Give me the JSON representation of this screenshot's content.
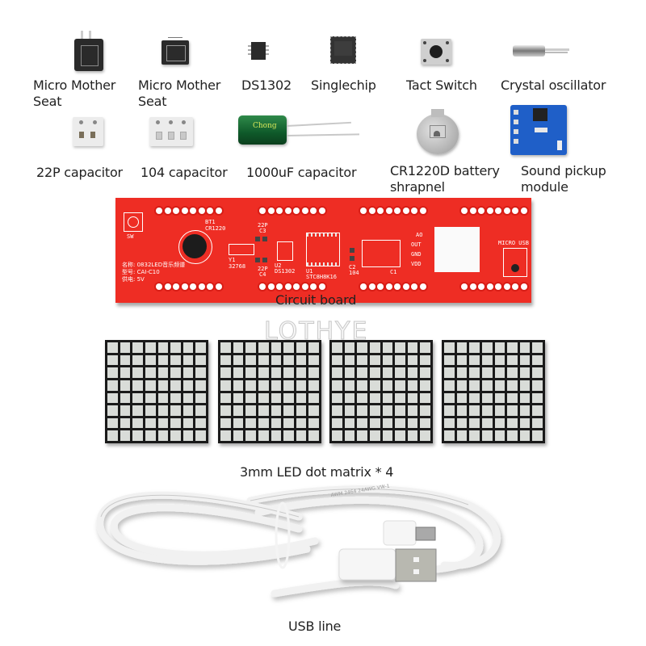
{
  "components_row1": [
    {
      "name": "Micro Mother Seat",
      "line1": "Micro Mother",
      "line2": "Seat",
      "icon": "micro-usb-socket-icon"
    },
    {
      "name": "Micro Mother Seat",
      "line1": "Micro Mother",
      "line2": "Seat",
      "icon": "micro-usb-socket-icon"
    },
    {
      "name": "DS1302",
      "line1": "DS1302",
      "icon": "soic8-chip-icon"
    },
    {
      "name": "Singlechip",
      "line1": "Singlechip",
      "icon": "qfp-chip-icon"
    },
    {
      "name": "Tact Switch",
      "line1": "Tact Switch",
      "icon": "tact-switch-icon"
    },
    {
      "name": "Crystal oscillator",
      "line1": "Crystal oscillator",
      "icon": "crystal-oscillator-icon"
    }
  ],
  "components_row2": [
    {
      "name": "22P capacitor",
      "line1": "22P capacitor",
      "icon": "smd-capacitor-icon"
    },
    {
      "name": "104 capacitor",
      "line1": "104 capacitor",
      "icon": "smd-capacitor-icon"
    },
    {
      "name": "1000uF capacitor",
      "line1": "1000uF capacitor",
      "icon": "electrolytic-capacitor-icon",
      "brand": "Chong"
    },
    {
      "name": "CR1220D battery shrapnel",
      "line1": "CR1220D battery",
      "line2": "shrapnel",
      "icon": "battery-holder-icon"
    },
    {
      "name": "Sound pickup module",
      "line1": "Sound pickup",
      "line2": "module",
      "icon": "sound-module-icon"
    }
  ],
  "circuit_board": {
    "label": "Circuit board",
    "color": "#ee2d24",
    "silkscreen": {
      "sw": "SW",
      "bt1": "BT1",
      "cr1220": "CR1220",
      "y1": "Y1",
      "freq": "32768",
      "c3_val": "22P",
      "c3": "C3",
      "c4_val": "22P",
      "c4": "C4",
      "u2": "U2",
      "ds1302": "DS1302",
      "u1": "U1",
      "mcu": "STC8H8K16",
      "c2": "C2",
      "c2_val": "104",
      "c1": "C1",
      "pin_ao": "AO",
      "pin_out": "OUT",
      "pin_gnd": "GND",
      "pin_vdd": "VDD",
      "micro_usb": "MICRO USB",
      "info_name": "名称: 0832LED音乐频谱",
      "info_model": "型号: CAI-C10",
      "info_power": "供电: 5V"
    }
  },
  "led_matrix": {
    "label": "3mm LED dot matrix * 4",
    "count": 4,
    "rows": 8,
    "cols": 8
  },
  "usb_cable": {
    "label": "USB line",
    "print": "AWM 2464 24AWG VW-1"
  },
  "watermark": "LOTHYE"
}
